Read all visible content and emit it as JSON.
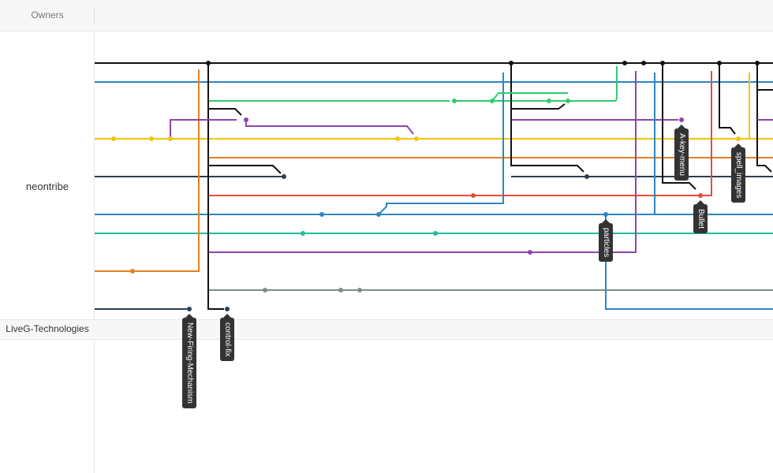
{
  "header": {
    "owners_label": "Owners"
  },
  "owners": [
    {
      "label": "neontribe"
    },
    {
      "label": "LiveG-Technologies"
    }
  ],
  "branch_tags": [
    {
      "label": "New-Firing-Mechanism"
    },
    {
      "label": "control-fix"
    },
    {
      "label": "particles"
    },
    {
      "label": "A-key-menu"
    },
    {
      "label": "Bullet"
    },
    {
      "label": "spell_images"
    }
  ],
  "colors": {
    "black": "#111111",
    "blue": "#2e86c1",
    "green": "#2ecc71",
    "purple": "#8e44ad",
    "yellow": "#f1c40f",
    "orange": "#e67e22",
    "navy": "#2c3e50",
    "red": "#e74c3c",
    "teal": "#1abc9c",
    "gray": "#7f8c8d"
  }
}
